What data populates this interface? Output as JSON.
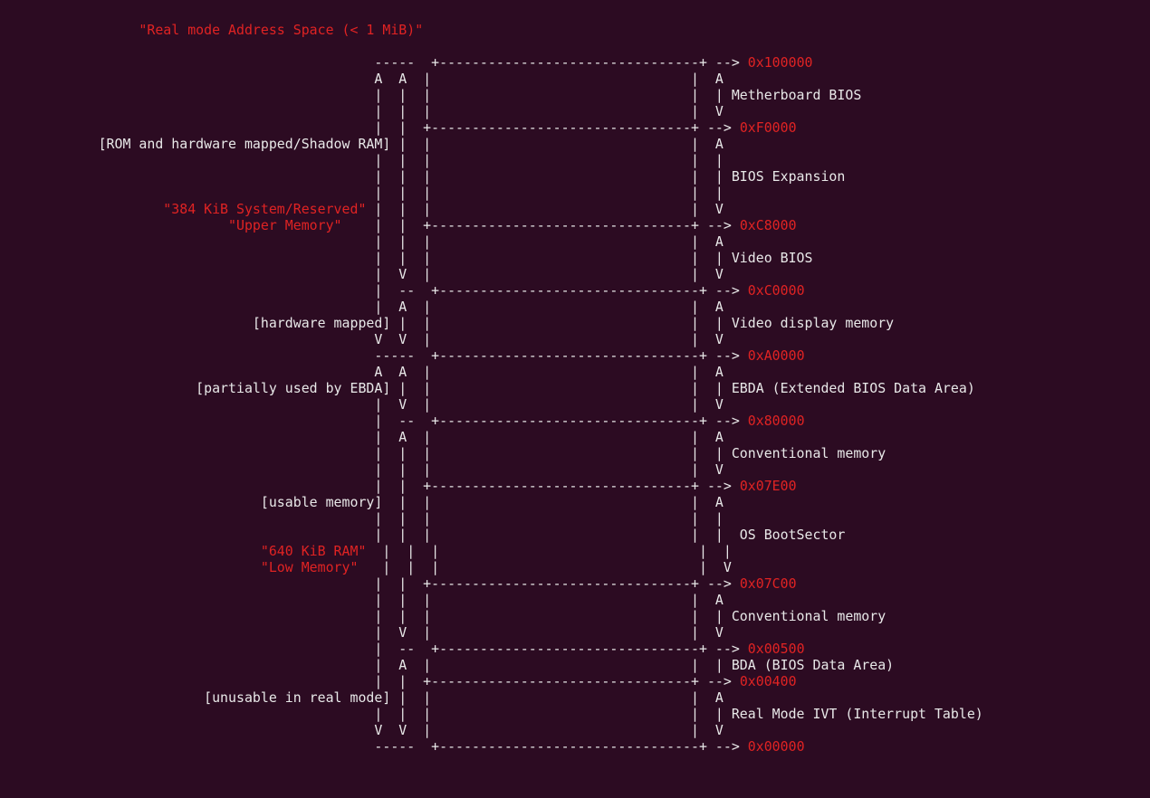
{
  "title": "\"Real mode Address Space (< 1 MiB)\"",
  "colors": {
    "background": "#2c0b22",
    "text": "#e8e8e8",
    "highlight": "#e02323"
  },
  "lines": [
    [
      [
        "r",
        "                 \"Real mode Address Space (< 1 MiB)\""
      ]
    ],
    [
      [
        "w",
        ""
      ]
    ],
    [
      [
        "w",
        "                                              -----  +--------------------------------+ --> "
      ],
      [
        "r",
        "0x100000"
      ]
    ],
    [
      [
        "w",
        "                                              A  A  |                                |  A"
      ]
    ],
    [
      [
        "w",
        "                                              |  |  |                                |  | Metherboard BIOS"
      ]
    ],
    [
      [
        "w",
        "                                              |  |  |                                |  V"
      ]
    ],
    [
      [
        "w",
        "                                              |  |  +--------------------------------+ --> "
      ],
      [
        "r",
        "0xF0000"
      ]
    ],
    [
      [
        "w",
        "            [ROM and hardware mapped/Shadow RAM] |  |                                |  A"
      ]
    ],
    [
      [
        "w",
        "                                              |  |  |                                |  |"
      ]
    ],
    [
      [
        "w",
        "                                              |  |  |                                |  | BIOS Expansion"
      ]
    ],
    [
      [
        "w",
        "                                              |  |  |                                |  |"
      ]
    ],
    [
      [
        "r",
        "                    \"384 KiB System/Reserved\""
      ],
      [
        "w",
        " |  |  |                                |  V"
      ]
    ],
    [
      [
        "r",
        "                            \"Upper Memory\""
      ],
      [
        "w",
        "    |  |  +--------------------------------+ --> "
      ],
      [
        "r",
        "0xC8000"
      ]
    ],
    [
      [
        "w",
        "                                              |  |  |                                |  A"
      ]
    ],
    [
      [
        "w",
        "                                              |  |  |                                |  | Video BIOS"
      ]
    ],
    [
      [
        "w",
        "                                              |  V  |                                |  V"
      ]
    ],
    [
      [
        "w",
        "                                              |  --  +--------------------------------+ --> "
      ],
      [
        "r",
        "0xC0000"
      ]
    ],
    [
      [
        "w",
        "                                              |  A  |                                |  A"
      ]
    ],
    [
      [
        "w",
        "                               [hardware mapped] |  |                                |  | Video display memory"
      ]
    ],
    [
      [
        "w",
        "                                              V  V  |                                |  V"
      ]
    ],
    [
      [
        "w",
        "                                              -----  +--------------------------------+ --> "
      ],
      [
        "r",
        "0xA0000"
      ]
    ],
    [
      [
        "w",
        "                                              A  A  |                                |  A"
      ]
    ],
    [
      [
        "w",
        "                        [partially used by EBDA] |  |                                |  | EBDA (Extended BIOS Data Area)"
      ]
    ],
    [
      [
        "w",
        "                                              |  V  |                                |  V"
      ]
    ],
    [
      [
        "w",
        "                                              |  --  +--------------------------------+ --> "
      ],
      [
        "r",
        "0x80000"
      ]
    ],
    [
      [
        "w",
        "                                              |  A  |                                |  A"
      ]
    ],
    [
      [
        "w",
        "                                              |  |  |                                |  | Conventional memory"
      ]
    ],
    [
      [
        "w",
        "                                              |  |  |                                |  V"
      ]
    ],
    [
      [
        "w",
        "                                              |  |  +--------------------------------+ --> "
      ],
      [
        "r",
        "0x07E00"
      ]
    ],
    [
      [
        "w",
        "                                [usable memory]  |  |                                |  A"
      ]
    ],
    [
      [
        "w",
        "                                              |  |  |                                |  |"
      ]
    ],
    [
      [
        "w",
        "                                              |  |  |                                |  |  OS BootSector"
      ]
    ],
    [
      [
        "r",
        "                                \"640 KiB RAM\""
      ],
      [
        "w",
        "  |  |  |                                |  |"
      ]
    ],
    [
      [
        "r",
        "                                \"Low Memory\""
      ],
      [
        "w",
        "   |  |  |                                |  V"
      ]
    ],
    [
      [
        "w",
        "                                              |  |  +--------------------------------+ --> "
      ],
      [
        "r",
        "0x07C00"
      ]
    ],
    [
      [
        "w",
        "                                              |  |  |                                |  A"
      ]
    ],
    [
      [
        "w",
        "                                              |  |  |                                |  | Conventional memory"
      ]
    ],
    [
      [
        "w",
        "                                              |  V  |                                |  V"
      ]
    ],
    [
      [
        "w",
        "                                              |  --  +--------------------------------+ --> "
      ],
      [
        "r",
        "0x00500"
      ]
    ],
    [
      [
        "w",
        "                                              |  A  |                                |  | BDA (BIOS Data Area)"
      ]
    ],
    [
      [
        "w",
        "                                              |  |  +--------------------------------+ --> "
      ],
      [
        "r",
        "0x00400"
      ]
    ],
    [
      [
        "w",
        "                         [unusable in real mode] |  |                                |  A"
      ]
    ],
    [
      [
        "w",
        "                                              |  |  |                                |  | Real Mode IVT (Interrupt Table)"
      ]
    ],
    [
      [
        "w",
        "                                              V  V  |                                |  V"
      ]
    ],
    [
      [
        "w",
        "                                              -----  +--------------------------------+ --> "
      ],
      [
        "r",
        "0x00000"
      ]
    ]
  ]
}
